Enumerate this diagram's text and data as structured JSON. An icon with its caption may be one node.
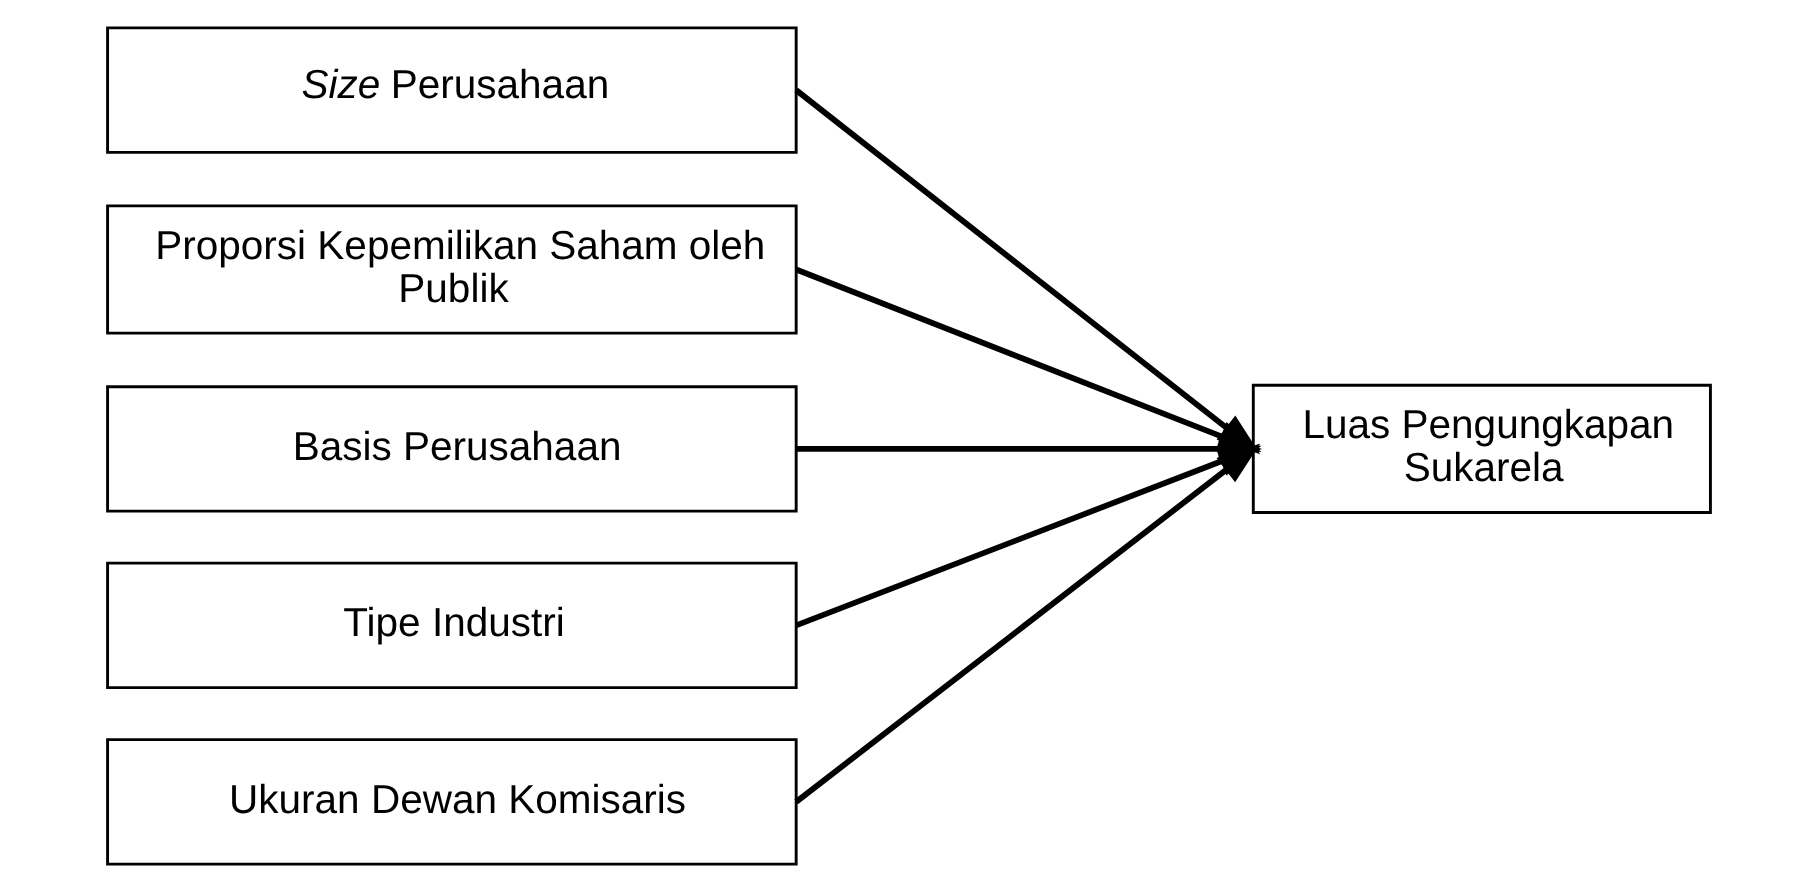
{
  "diagram": {
    "nodes": [
      {
        "text": [
          "*Size* Perusahaan"
        ]
      },
      {
        "text": [
          "Proporsi Kepemilikan Saham oleh Publik"
        ]
      },
      {
        "text": [
          "Basis Perusahaan"
        ]
      },
      {
        "text": [
          "Tipe Industri"
        ]
      },
      {
        "text": [
          "Ukuran Dewan Komisaris"
        ]
      },
      {
        "text": [
          "Luas Pengungkapan Sukarela"
        ]
      }
    ],
    "edges": [
      {
        "from": 0,
        "to": 5,
        "arrow": "to"
      },
      {
        "from": 1,
        "to": 5,
        "arrow": "to"
      },
      {
        "from": 2,
        "to": 5,
        "arrow": "to"
      },
      {
        "from": 3,
        "to": 5,
        "arrow": "to"
      },
      {
        "from": 4,
        "to": 5,
        "arrow": "to"
      }
    ]
  }
}
